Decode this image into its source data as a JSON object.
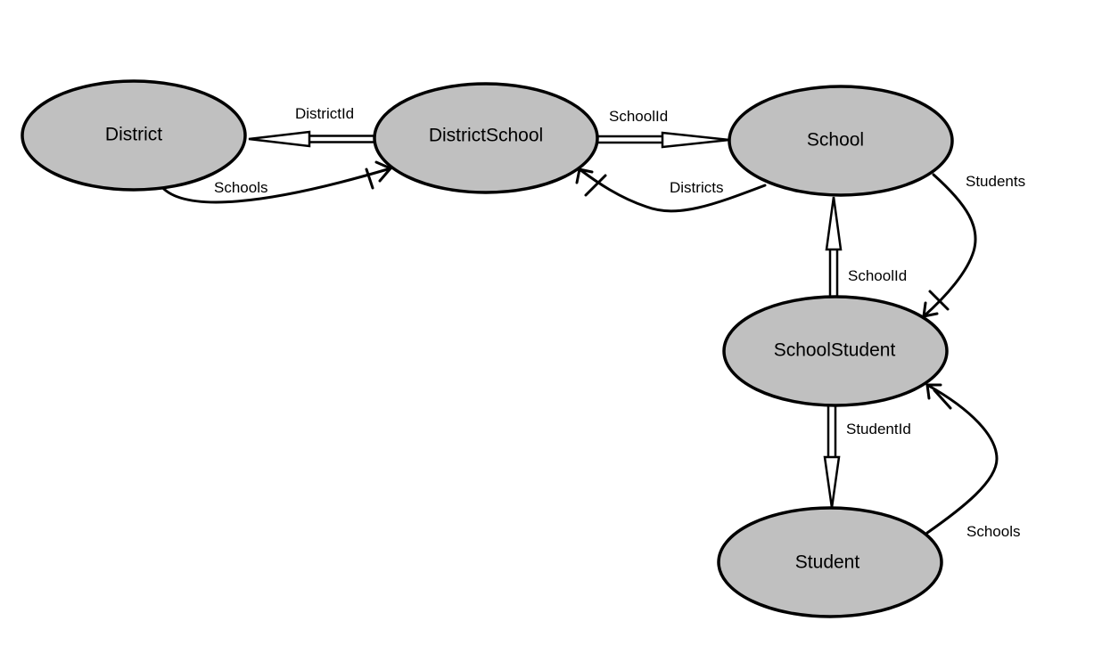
{
  "nodes": {
    "district": "District",
    "district_school": "DistrictSchool",
    "school": "School",
    "school_student": "SchoolStudent",
    "student": "Student"
  },
  "edges": {
    "district_school_to_district": "DistrictId",
    "district_to_district_school": "Schools",
    "district_school_to_school": "SchoolId",
    "school_to_district_school": "Districts",
    "school_to_school_student": "Students",
    "school_student_to_school": "SchoolId",
    "school_student_to_student": "StudentId",
    "student_to_school_student": "Schools"
  },
  "colors": {
    "node_fill": "#c0c0c0",
    "stroke": "#000000",
    "background": "#ffffff"
  }
}
